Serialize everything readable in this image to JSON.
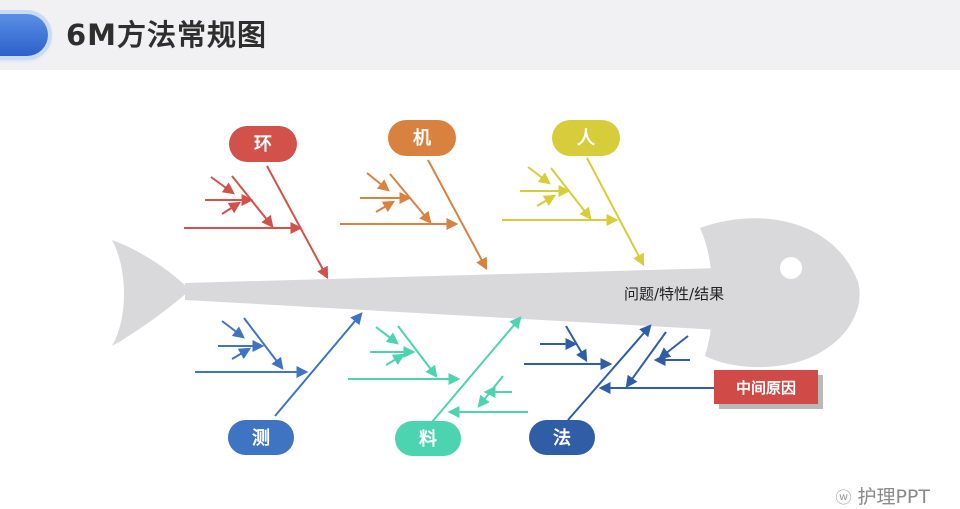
{
  "header": {
    "title": "6M方法常规图"
  },
  "diagram": {
    "effect": "问题/特性/结果",
    "middle_cause": "中间原因",
    "categories_top": [
      {
        "label": "环",
        "color": "#d2514b"
      },
      {
        "label": "机",
        "color": "#d9823f"
      },
      {
        "label": "人",
        "color": "#d7cd3a"
      }
    ],
    "categories_bottom": [
      {
        "label": "测",
        "color": "#3f74c2"
      },
      {
        "label": "料",
        "color": "#4cd3b0"
      },
      {
        "label": "法",
        "color": "#2f5ea6"
      }
    ],
    "colors": {
      "fish_body": "#d9d9dc",
      "middle_cause_bg": "#d04a47"
    }
  },
  "watermark": {
    "text": "护理PPT",
    "icon": "wechat-icon"
  }
}
